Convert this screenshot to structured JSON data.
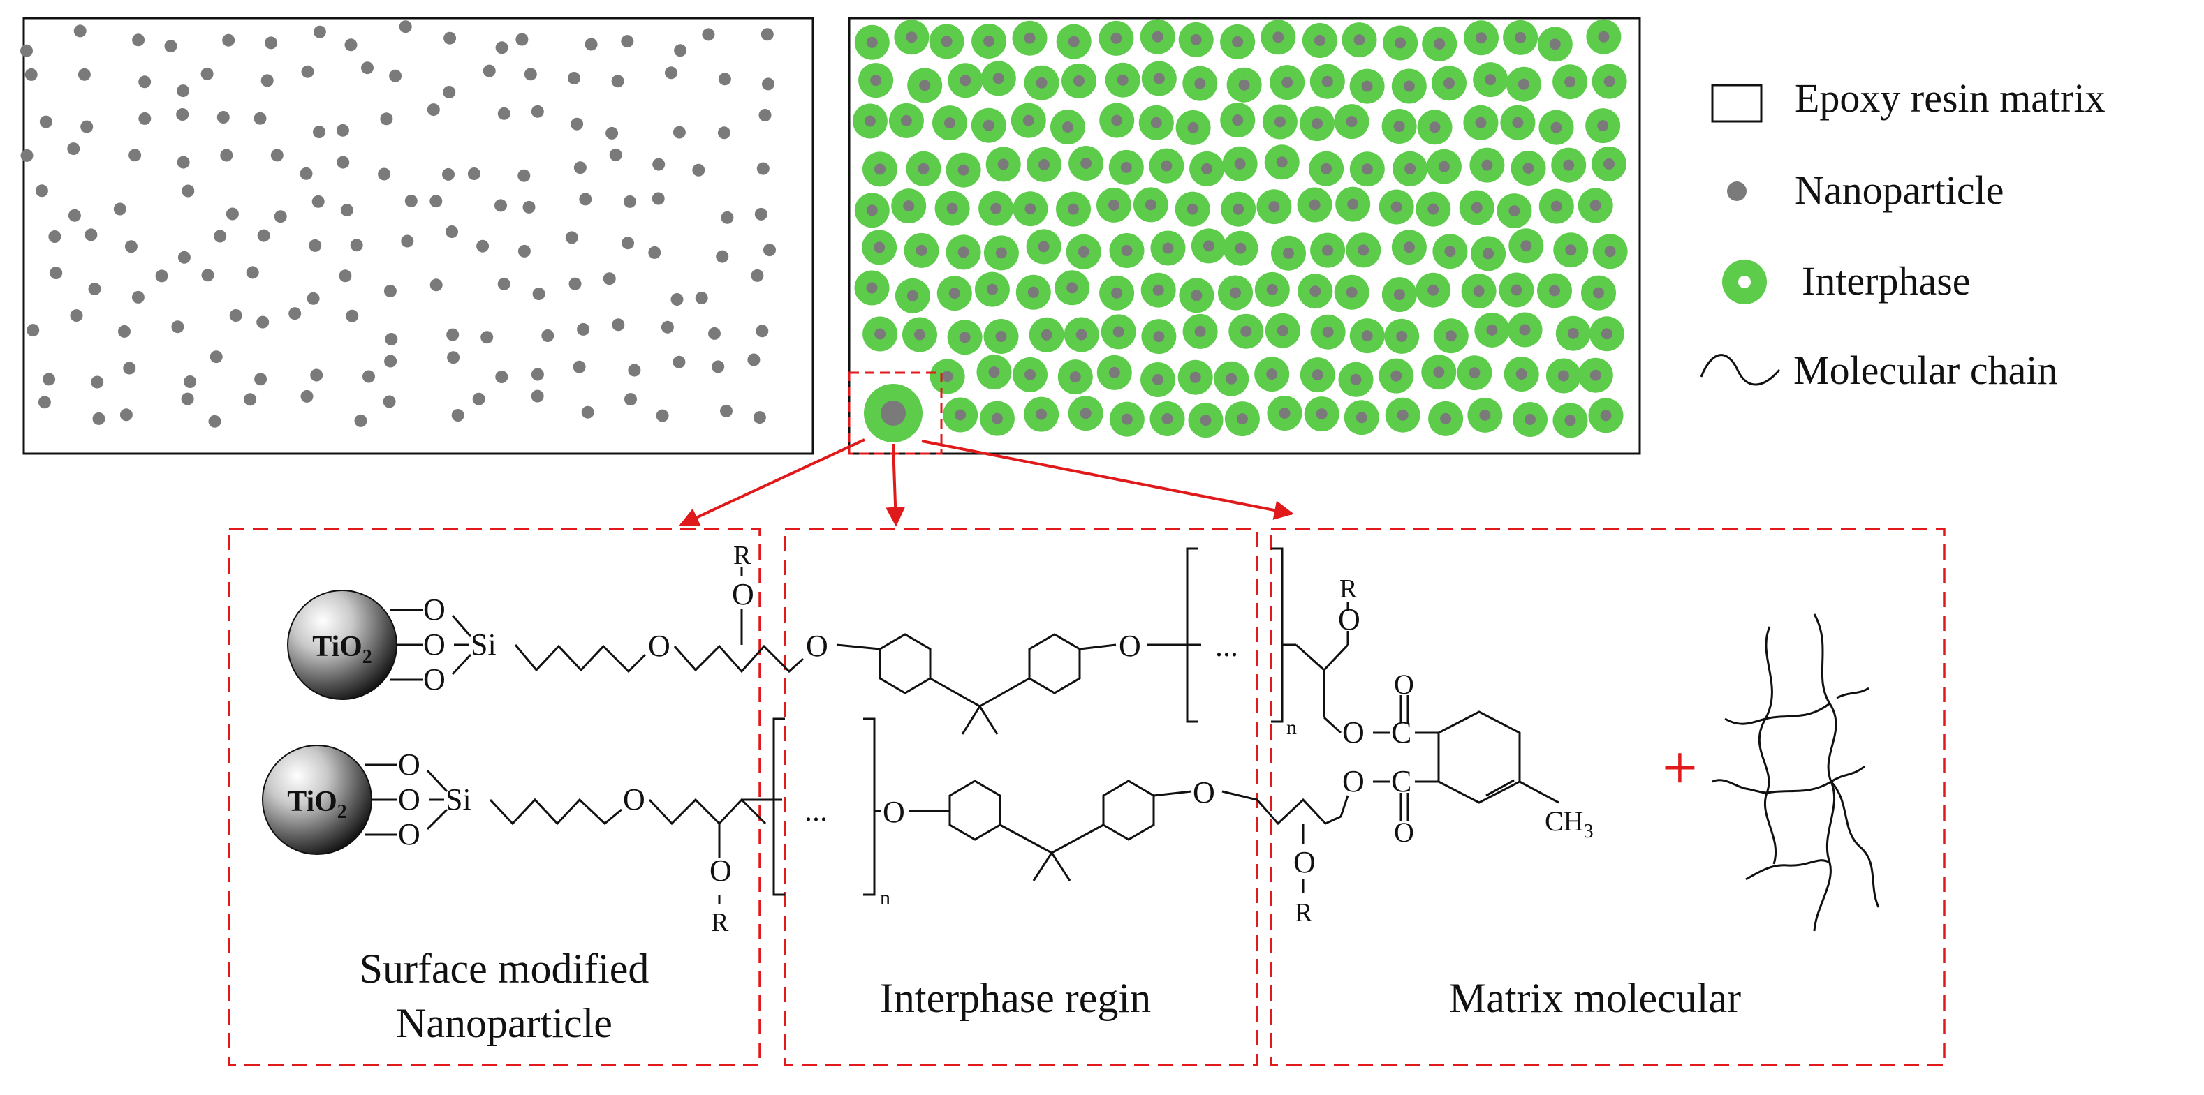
{
  "legend": {
    "matrix": "Epoxy resin matrix",
    "nanoparticle": "Nanoparticle",
    "interphase": "Interphase",
    "chain": "Molecular chain"
  },
  "regions": {
    "surface": [
      "Surface modified",
      "Nanoparticle"
    ],
    "interphase": "Interphase regin",
    "matrix": "Matrix molecular"
  },
  "chem": {
    "tio2": "TiO",
    "tio2_sub": "2",
    "o": "O",
    "si": "Si",
    "r": "R",
    "c": "C",
    "ch3": "CH",
    "ch3_sub": "3",
    "n": "n",
    "dots": "...",
    "plus": "+"
  },
  "colors": {
    "interphase": "#5ccc4a",
    "nanoparticle": "#7a7a7a",
    "callout": "#e0191b",
    "ink": "#111111"
  }
}
